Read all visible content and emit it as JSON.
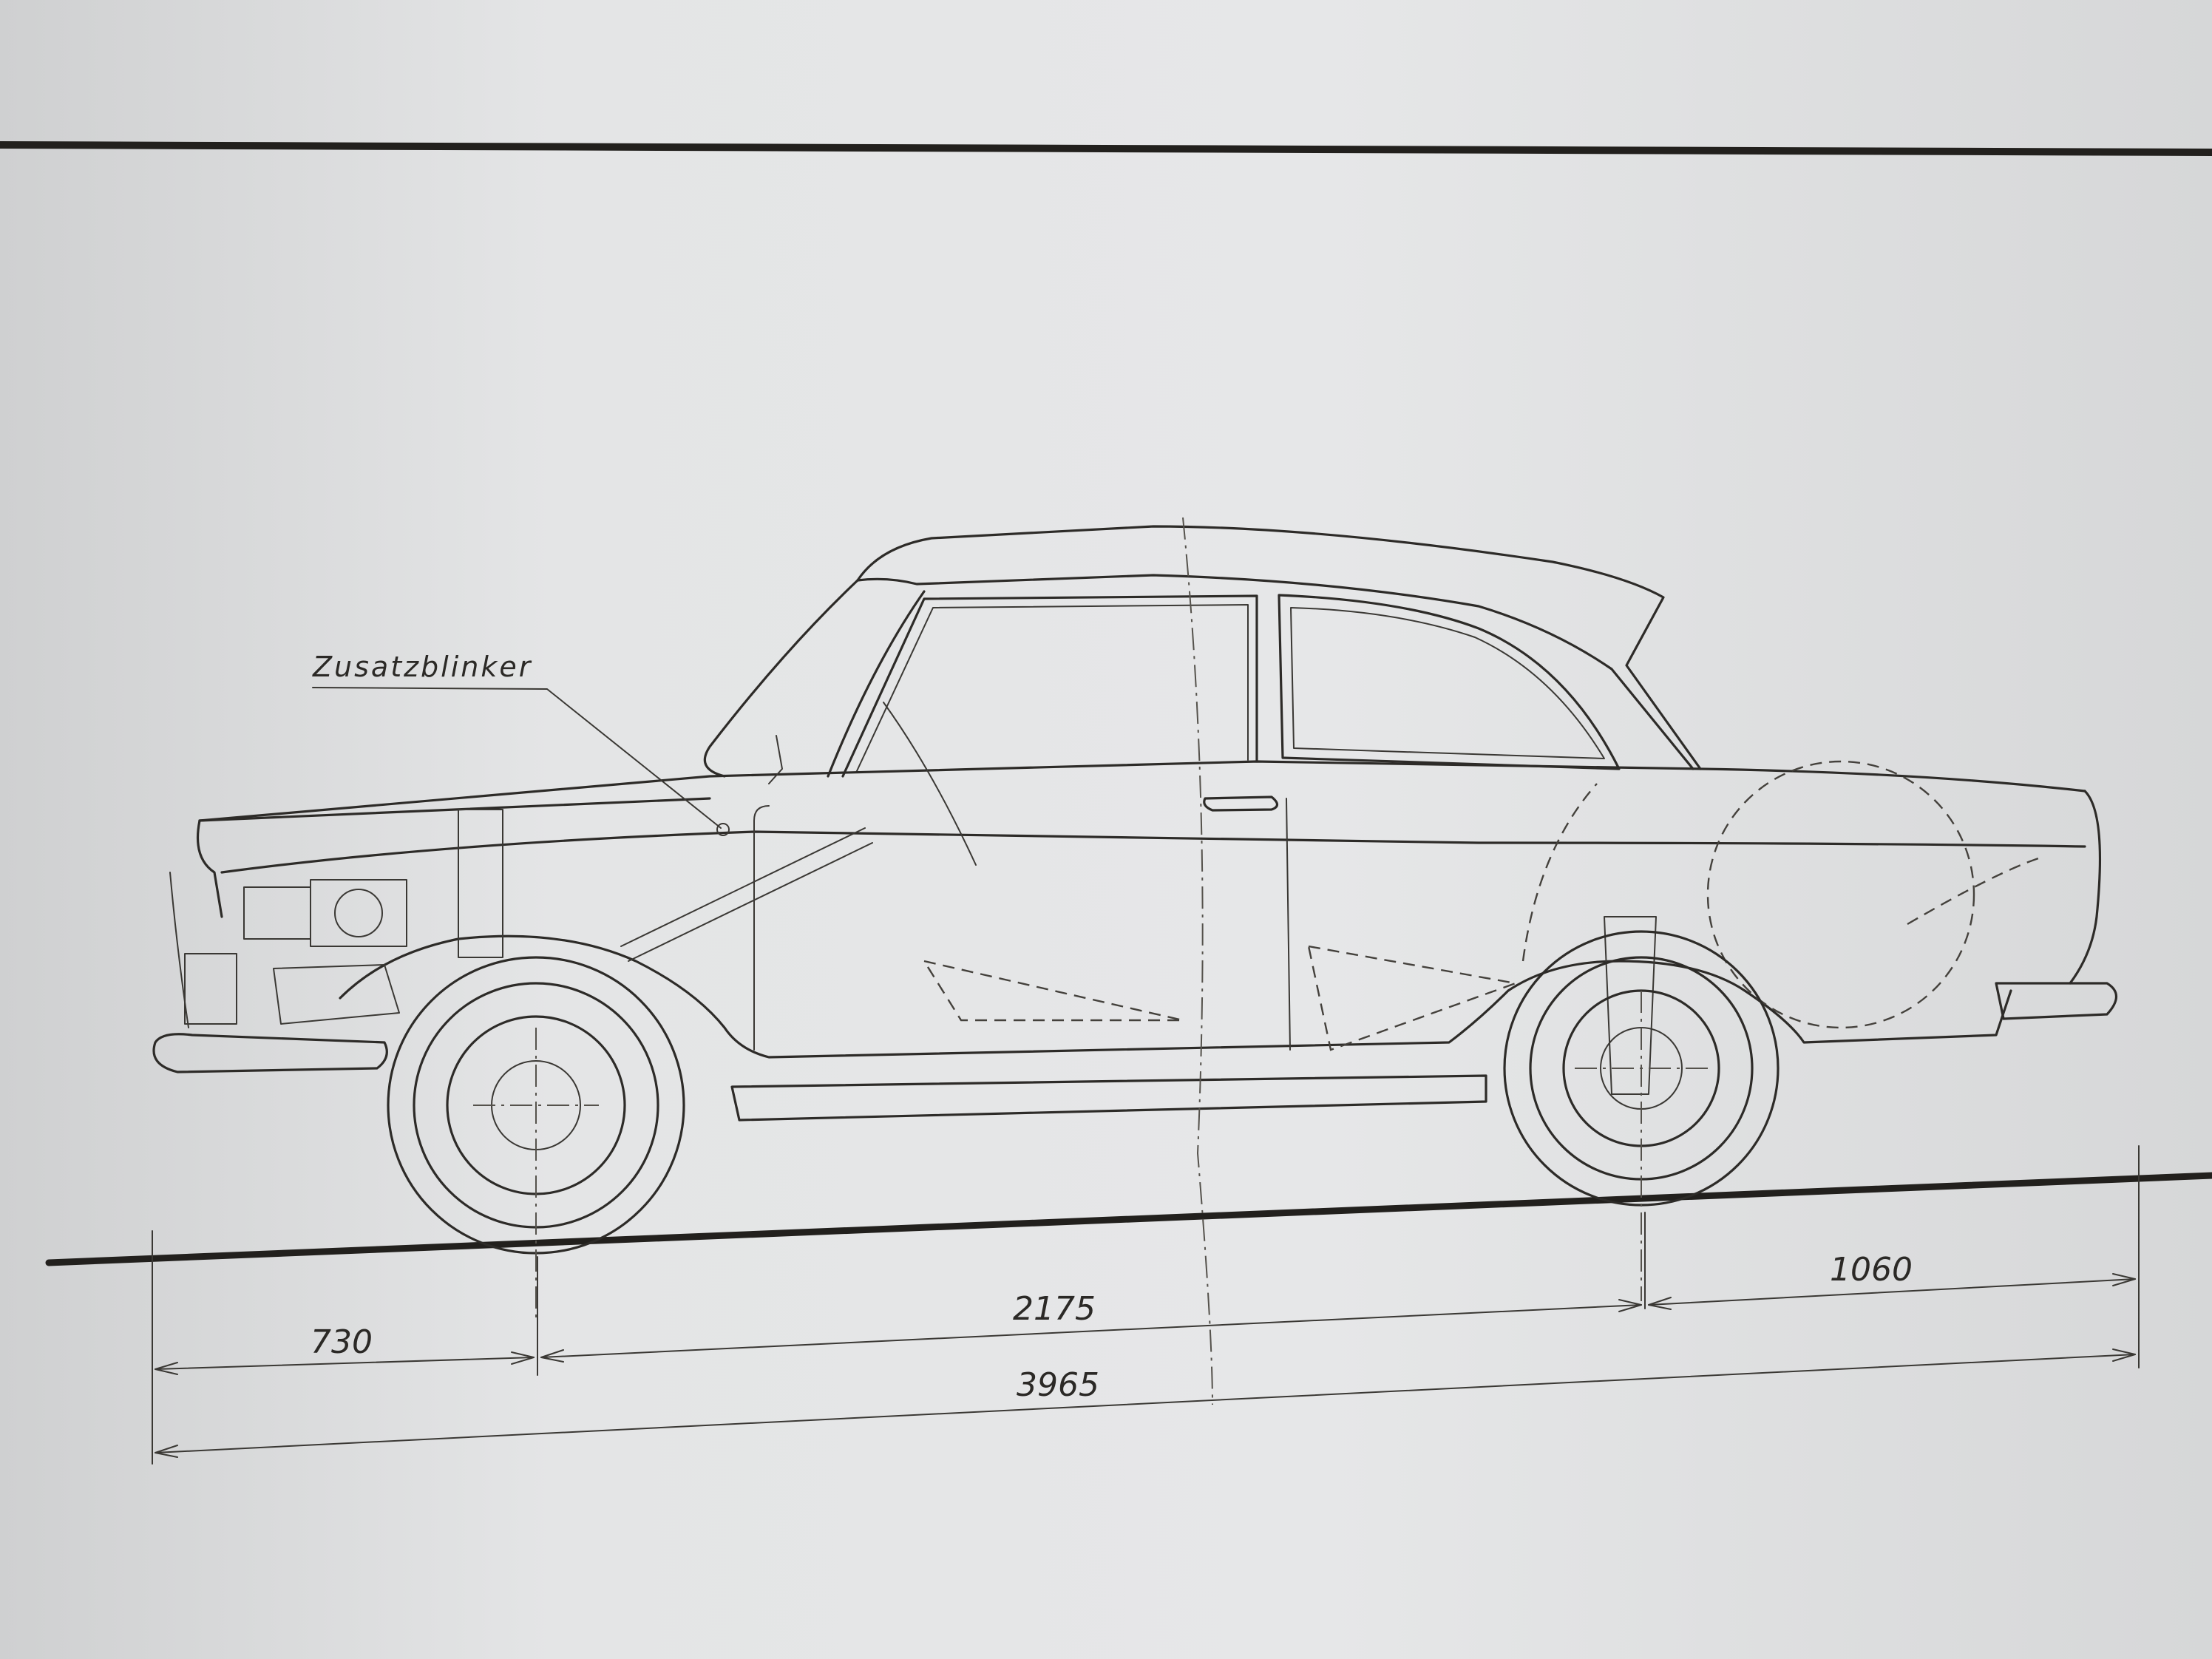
{
  "diagram": {
    "labels": {
      "zusatzblinker": "Zusatzblinker"
    },
    "dimensions": {
      "front_overhang": "730",
      "wheelbase": "2175",
      "rear_overhang": "1060",
      "overall_length": "3965"
    }
  }
}
